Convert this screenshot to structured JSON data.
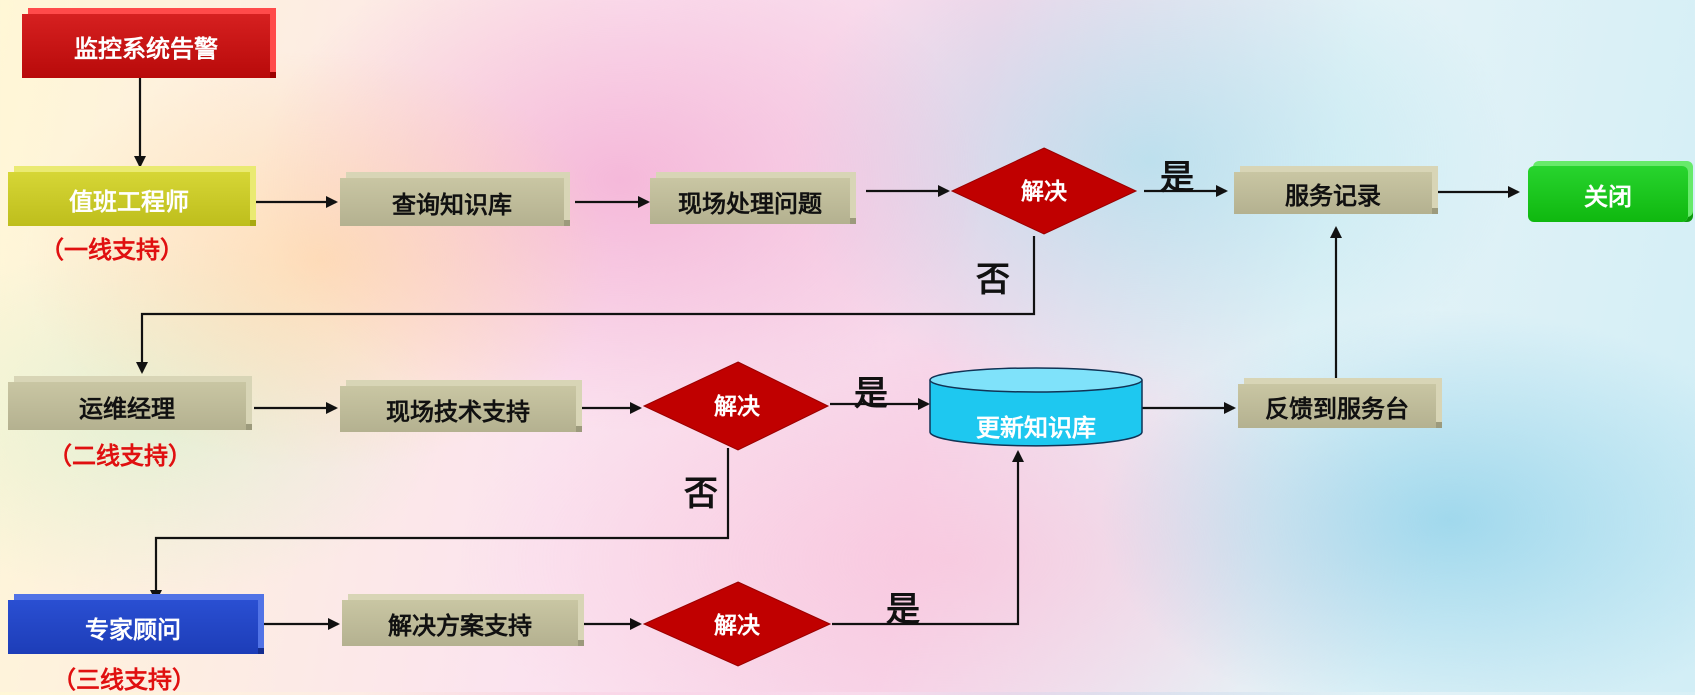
{
  "nodes": {
    "monitor_alert": "监控系统告警",
    "duty_engineer": "值班工程师",
    "tier1": "（一线支持）",
    "query_kb": "查询知识库",
    "onsite_handle": "现场处理问题",
    "decision1": "解决",
    "service_record": "服务记录",
    "close": "关闭",
    "ops_manager": "运维经理",
    "tier2": "（二线支持）",
    "onsite_tech": "现场技术支持",
    "decision2": "解决",
    "update_kb": "更新知识库",
    "feedback_desk": "反馈到服务台",
    "expert": "专家顾问",
    "tier3": "（三线支持）",
    "solution_support": "解决方案支持",
    "decision3": "解决"
  },
  "edge_labels": {
    "yes1": "是",
    "no1": "否",
    "yes2": "是",
    "no2": "否",
    "yes3": "是"
  },
  "colors": {
    "alert_red": "#c00000",
    "tier1_yellow": "#c8c828",
    "tier3_blue": "#2040c0",
    "close_green": "#10c010",
    "kb_cyan": "#1ec8f0",
    "tier_label_red": "#e01010"
  }
}
